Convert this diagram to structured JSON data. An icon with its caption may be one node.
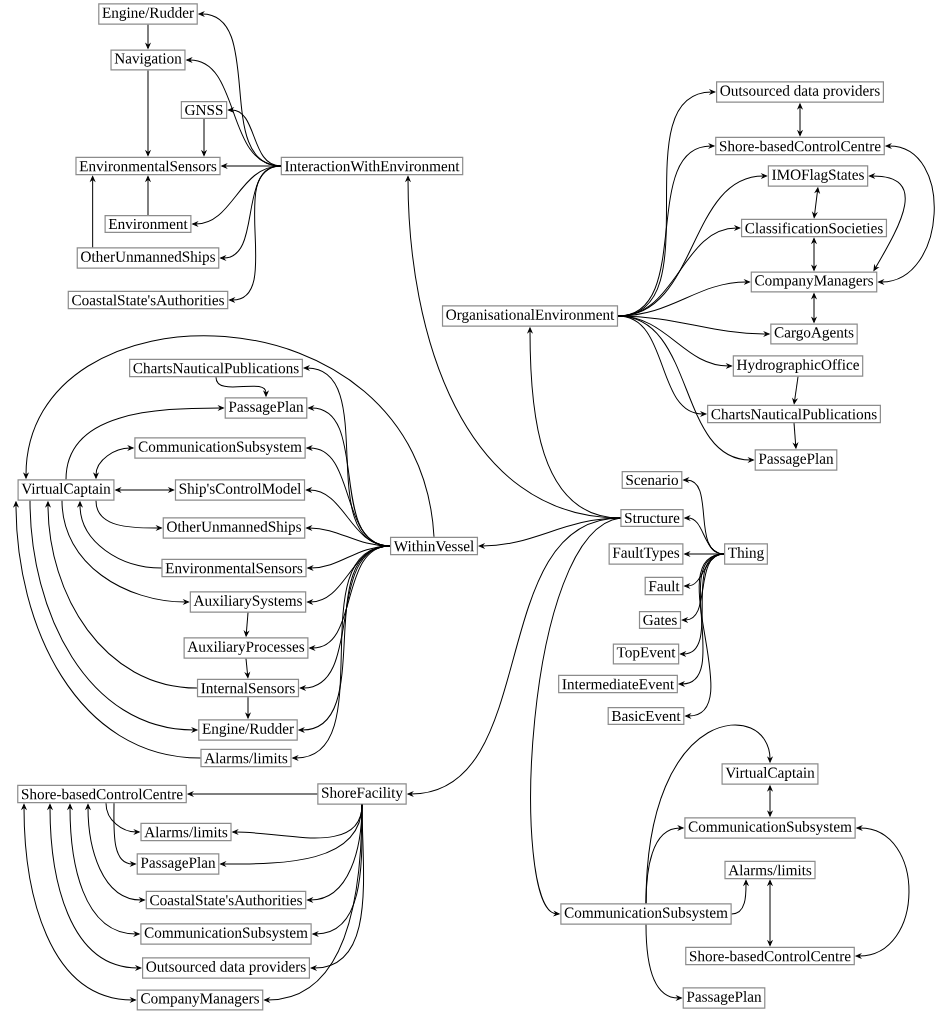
{
  "diagram": {
    "nodes": [
      {
        "text": [
          "Engine/Rudder"
        ]
      },
      {
        "text": [
          "Navigation"
        ]
      },
      {
        "text": [
          "GNSS"
        ]
      },
      {
        "text": [
          "EnvironmentalSensors"
        ]
      },
      {
        "text": [
          "InteractionWithEnvironment"
        ]
      },
      {
        "text": [
          "Environment"
        ]
      },
      {
        "text": [
          "OtherUnmannedShips"
        ]
      },
      {
        "text": [
          "CoastalState'sAuthorities"
        ]
      },
      {
        "text": [
          "Outsourced data providers"
        ]
      },
      {
        "text": [
          "Shore-basedControlCentre"
        ]
      },
      {
        "text": [
          "IMOFlagStates"
        ]
      },
      {
        "text": [
          "ClassificationSocieties"
        ]
      },
      {
        "text": [
          "CompanyManagers"
        ]
      },
      {
        "text": [
          "OrganisationalEnvironment"
        ]
      },
      {
        "text": [
          "CargoAgents"
        ]
      },
      {
        "text": [
          "HydrographicOffice"
        ]
      },
      {
        "text": [
          "ChartsNauticalPublications"
        ]
      },
      {
        "text": [
          "PassagePlan"
        ]
      },
      {
        "text": [
          "ChartsNauticalPublications"
        ]
      },
      {
        "text": [
          "PassagePlan"
        ]
      },
      {
        "text": [
          "VirtualCaptain"
        ]
      },
      {
        "text": [
          "CommunicationSubsystem"
        ]
      },
      {
        "text": [
          "Ship'sControlModel"
        ]
      },
      {
        "text": [
          "OtherUnmannedShips"
        ]
      },
      {
        "text": [
          "EnvironmentalSensors"
        ]
      },
      {
        "text": [
          "AuxiliarySystems"
        ]
      },
      {
        "text": [
          "AuxiliaryProcesses"
        ]
      },
      {
        "text": [
          "InternalSensors"
        ]
      },
      {
        "text": [
          "Engine/Rudder"
        ]
      },
      {
        "text": [
          "Alarms/limits"
        ]
      },
      {
        "text": [
          "WithinVessel"
        ]
      },
      {
        "text": [
          "Structure"
        ]
      },
      {
        "text": [
          "Scenario"
        ]
      },
      {
        "text": [
          "Thing"
        ]
      },
      {
        "text": [
          "FaultTypes"
        ]
      },
      {
        "text": [
          "Fault"
        ]
      },
      {
        "text": [
          "Gates"
        ]
      },
      {
        "text": [
          "TopEvent"
        ]
      },
      {
        "text": [
          "IntermediateEvent"
        ]
      },
      {
        "text": [
          "BasicEvent"
        ]
      },
      {
        "text": [
          "Shore-basedControlCentre"
        ]
      },
      {
        "text": [
          "ShoreFacility"
        ]
      },
      {
        "text": [
          "Alarms/limits"
        ]
      },
      {
        "text": [
          "PassagePlan"
        ]
      },
      {
        "text": [
          "CoastalState'sAuthorities"
        ]
      },
      {
        "text": [
          "CommunicationSubsystem"
        ]
      },
      {
        "text": [
          "Outsourced data providers"
        ]
      },
      {
        "text": [
          "CompanyManagers"
        ]
      },
      {
        "text": [
          "VirtualCaptain"
        ]
      },
      {
        "text": [
          "CommunicationSubsystem"
        ]
      },
      {
        "text": [
          "Alarms/limits"
        ]
      },
      {
        "text": [
          "CommunicationSubsystem"
        ]
      },
      {
        "text": [
          "Shore-basedControlCentre"
        ]
      },
      {
        "text": [
          "PassagePlan"
        ]
      }
    ],
    "edges": [
      {
        "from": 4,
        "to": 0,
        "arrow": "to"
      },
      {
        "from": 4,
        "to": 1,
        "arrow": "to"
      },
      {
        "from": 4,
        "to": 2,
        "arrow": "to"
      },
      {
        "from": 4,
        "to": 3,
        "arrow": "to"
      },
      {
        "from": 4,
        "to": 5,
        "arrow": "to"
      },
      {
        "from": 4,
        "to": 6,
        "arrow": "to"
      },
      {
        "from": 4,
        "to": 7,
        "arrow": "to"
      },
      {
        "from": 0,
        "to": 1,
        "arrow": "to"
      },
      {
        "from": 1,
        "to": 3,
        "arrow": "to"
      },
      {
        "from": 2,
        "to": 3,
        "arrow": "to"
      },
      {
        "from": 5,
        "to": 3,
        "arrow": "to"
      },
      {
        "from": 6,
        "to": 3,
        "arrow": "to"
      },
      {
        "from": 13,
        "to": 8,
        "arrow": "to"
      },
      {
        "from": 13,
        "to": 9,
        "arrow": "to"
      },
      {
        "from": 13,
        "to": 10,
        "arrow": "to"
      },
      {
        "from": 13,
        "to": 11,
        "arrow": "to"
      },
      {
        "from": 13,
        "to": 12,
        "arrow": "to"
      },
      {
        "from": 13,
        "to": 14,
        "arrow": "to"
      },
      {
        "from": 13,
        "to": 15,
        "arrow": "to"
      },
      {
        "from": 13,
        "to": 16,
        "arrow": "to"
      },
      {
        "from": 13,
        "to": 17,
        "arrow": "to"
      },
      {
        "from": 8,
        "to": 9,
        "arrow": "both"
      },
      {
        "from": 10,
        "to": 11,
        "arrow": "both"
      },
      {
        "from": 11,
        "to": 12,
        "arrow": "both"
      },
      {
        "from": 12,
        "to": 14,
        "arrow": "both"
      },
      {
        "from": 9,
        "to": 12,
        "arrow": "both"
      },
      {
        "from": 10,
        "to": 12,
        "arrow": "both"
      },
      {
        "from": 15,
        "to": 16,
        "arrow": "to"
      },
      {
        "from": 16,
        "to": 17,
        "arrow": "to"
      },
      {
        "from": 30,
        "to": 18,
        "arrow": "to"
      },
      {
        "from": 30,
        "to": 19,
        "arrow": "to"
      },
      {
        "from": 30,
        "to": 21,
        "arrow": "to"
      },
      {
        "from": 30,
        "to": 22,
        "arrow": "to"
      },
      {
        "from": 30,
        "to": 23,
        "arrow": "to"
      },
      {
        "from": 30,
        "to": 24,
        "arrow": "to"
      },
      {
        "from": 30,
        "to": 25,
        "arrow": "to"
      },
      {
        "from": 30,
        "to": 26,
        "arrow": "to"
      },
      {
        "from": 30,
        "to": 27,
        "arrow": "to"
      },
      {
        "from": 30,
        "to": 28,
        "arrow": "to"
      },
      {
        "from": 30,
        "to": 29,
        "arrow": "to"
      },
      {
        "from": 30,
        "to": 20,
        "arrow": "to"
      },
      {
        "from": 18,
        "to": 19,
        "arrow": "to"
      },
      {
        "from": 20,
        "to": 19,
        "arrow": "to"
      },
      {
        "from": 20,
        "to": 21,
        "arrow": "both"
      },
      {
        "from": 20,
        "to": 22,
        "arrow": "both"
      },
      {
        "from": 20,
        "to": 23,
        "arrow": "to"
      },
      {
        "from": 24,
        "to": 20,
        "arrow": "to"
      },
      {
        "from": 20,
        "to": 25,
        "arrow": "to"
      },
      {
        "from": 25,
        "to": 26,
        "arrow": "to"
      },
      {
        "from": 26,
        "to": 27,
        "arrow": "to"
      },
      {
        "from": 27,
        "to": 28,
        "arrow": "to"
      },
      {
        "from": 27,
        "to": 20,
        "arrow": "to"
      },
      {
        "from": 20,
        "to": 28,
        "arrow": "to"
      },
      {
        "from": 29,
        "to": 20,
        "arrow": "to"
      },
      {
        "from": 31,
        "to": 30,
        "arrow": "to"
      },
      {
        "from": 31,
        "to": 4,
        "arrow": "to"
      },
      {
        "from": 31,
        "to": 13,
        "arrow": "to"
      },
      {
        "from": 31,
        "to": 41,
        "arrow": "to"
      },
      {
        "from": 31,
        "to": 51,
        "arrow": "to"
      },
      {
        "from": 33,
        "to": 32,
        "arrow": "to"
      },
      {
        "from": 33,
        "to": 31,
        "arrow": "to"
      },
      {
        "from": 33,
        "to": 34,
        "arrow": "to"
      },
      {
        "from": 33,
        "to": 35,
        "arrow": "to"
      },
      {
        "from": 33,
        "to": 36,
        "arrow": "to"
      },
      {
        "from": 33,
        "to": 37,
        "arrow": "to"
      },
      {
        "from": 33,
        "to": 38,
        "arrow": "to"
      },
      {
        "from": 33,
        "to": 39,
        "arrow": "to"
      },
      {
        "from": 41,
        "to": 40,
        "arrow": "to"
      },
      {
        "from": 41,
        "to": 42,
        "arrow": "to"
      },
      {
        "from": 41,
        "to": 43,
        "arrow": "to"
      },
      {
        "from": 41,
        "to": 44,
        "arrow": "to"
      },
      {
        "from": 41,
        "to": 45,
        "arrow": "to"
      },
      {
        "from": 41,
        "to": 46,
        "arrow": "to"
      },
      {
        "from": 41,
        "to": 47,
        "arrow": "to"
      },
      {
        "from": 40,
        "to": 42,
        "arrow": "to"
      },
      {
        "from": 40,
        "to": 43,
        "arrow": "to"
      },
      {
        "from": 40,
        "to": 44,
        "arrow": "both"
      },
      {
        "from": 40,
        "to": 45,
        "arrow": "both"
      },
      {
        "from": 40,
        "to": 46,
        "arrow": "both"
      },
      {
        "from": 40,
        "to": 47,
        "arrow": "both"
      },
      {
        "from": 51,
        "to": 48,
        "arrow": "to"
      },
      {
        "from": 51,
        "to": 49,
        "arrow": "to"
      },
      {
        "from": 51,
        "to": 53,
        "arrow": "to"
      },
      {
        "from": 51,
        "to": 50,
        "arrow": "to"
      },
      {
        "from": 48,
        "to": 49,
        "arrow": "both"
      },
      {
        "from": 50,
        "to": 52,
        "arrow": "both"
      },
      {
        "from": 49,
        "to": 52,
        "arrow": "both"
      }
    ]
  }
}
